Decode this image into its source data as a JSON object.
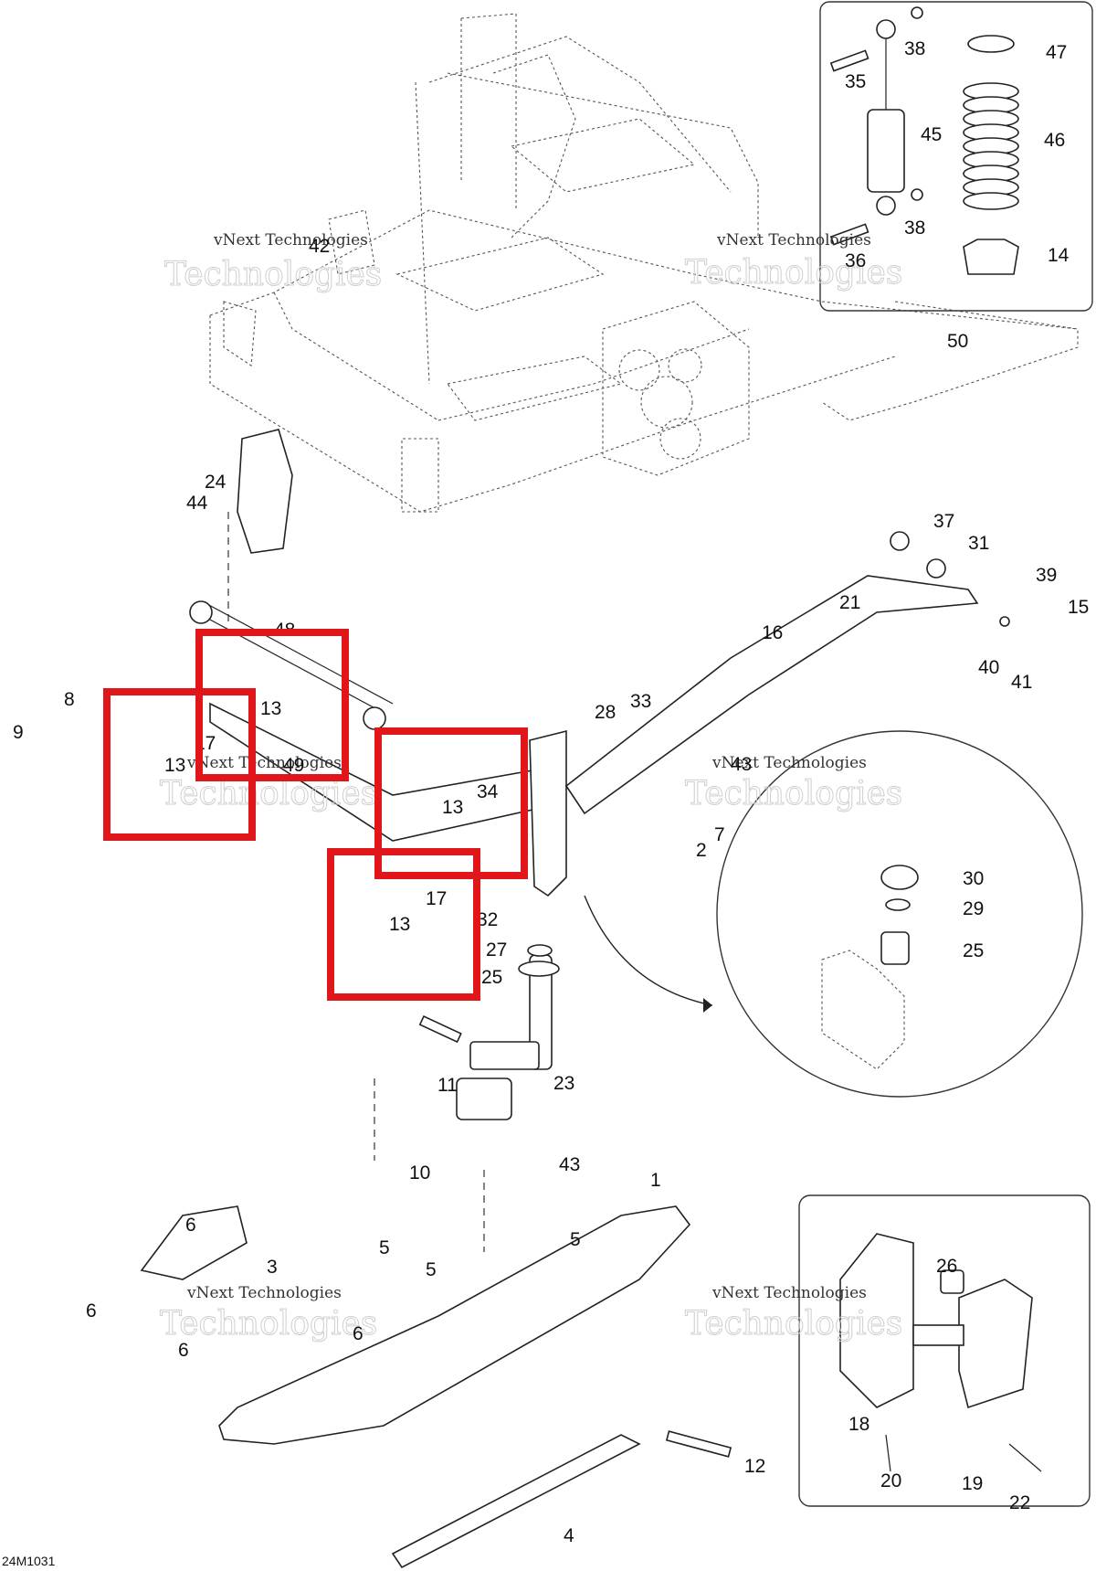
{
  "diagram_code": "24M1031",
  "watermark_text_line1": "vNext Technologies",
  "watermark_text_line2": "Technologies",
  "callouts": [
    {
      "id": "c-38a",
      "text": "38"
    },
    {
      "id": "c-47",
      "text": "47"
    },
    {
      "id": "c-35",
      "text": "35"
    },
    {
      "id": "c-45",
      "text": "45"
    },
    {
      "id": "c-46",
      "text": "46"
    },
    {
      "id": "c-38b",
      "text": "38"
    },
    {
      "id": "c-36",
      "text": "36"
    },
    {
      "id": "c-14",
      "text": "14"
    },
    {
      "id": "c-50",
      "text": "50"
    },
    {
      "id": "c-42",
      "text": "42"
    },
    {
      "id": "c-24",
      "text": "24"
    },
    {
      "id": "c-44",
      "text": "44"
    },
    {
      "id": "c-37",
      "text": "37"
    },
    {
      "id": "c-31",
      "text": "31"
    },
    {
      "id": "c-39",
      "text": "39"
    },
    {
      "id": "c-21",
      "text": "21"
    },
    {
      "id": "c-15",
      "text": "15"
    },
    {
      "id": "c-16",
      "text": "16"
    },
    {
      "id": "c-40",
      "text": "40"
    },
    {
      "id": "c-41",
      "text": "41"
    },
    {
      "id": "c-48",
      "text": "48"
    },
    {
      "id": "c-8",
      "text": "8"
    },
    {
      "id": "c-9",
      "text": "9"
    },
    {
      "id": "c-13a",
      "text": "13"
    },
    {
      "id": "c-13b",
      "text": "13"
    },
    {
      "id": "c-17a",
      "text": "17"
    },
    {
      "id": "c-49",
      "text": "49"
    },
    {
      "id": "c-28",
      "text": "28"
    },
    {
      "id": "c-33",
      "text": "33"
    },
    {
      "id": "c-43a",
      "text": "43"
    },
    {
      "id": "c-7",
      "text": "7"
    },
    {
      "id": "c-2",
      "text": "2"
    },
    {
      "id": "c-13c",
      "text": "13"
    },
    {
      "id": "c-34",
      "text": "34"
    },
    {
      "id": "c-17b",
      "text": "17"
    },
    {
      "id": "c-32",
      "text": "32"
    },
    {
      "id": "c-13d",
      "text": "13"
    },
    {
      "id": "c-27",
      "text": "27"
    },
    {
      "id": "c-25a",
      "text": "25"
    },
    {
      "id": "c-30",
      "text": "30"
    },
    {
      "id": "c-29",
      "text": "29"
    },
    {
      "id": "c-25b",
      "text": "25"
    },
    {
      "id": "c-11",
      "text": "11"
    },
    {
      "id": "c-23",
      "text": "23"
    },
    {
      "id": "c-43b",
      "text": "43"
    },
    {
      "id": "c-10",
      "text": "10"
    },
    {
      "id": "c-1",
      "text": "1"
    },
    {
      "id": "c-6a",
      "text": "6"
    },
    {
      "id": "c-3",
      "text": "3"
    },
    {
      "id": "c-5a",
      "text": "5"
    },
    {
      "id": "c-5b",
      "text": "5"
    },
    {
      "id": "c-5c",
      "text": "5"
    },
    {
      "id": "c-6b",
      "text": "6"
    },
    {
      "id": "c-6c",
      "text": "6"
    },
    {
      "id": "c-6d",
      "text": "6"
    },
    {
      "id": "c-26",
      "text": "26"
    },
    {
      "id": "c-18",
      "text": "18"
    },
    {
      "id": "c-20",
      "text": "20"
    },
    {
      "id": "c-19",
      "text": "19"
    },
    {
      "id": "c-22",
      "text": "22"
    },
    {
      "id": "c-12",
      "text": "12"
    },
    {
      "id": "c-4",
      "text": "4"
    }
  ],
  "colors": {
    "highlight": "#e0161b",
    "line": "#222222",
    "background": "#ffffff"
  }
}
